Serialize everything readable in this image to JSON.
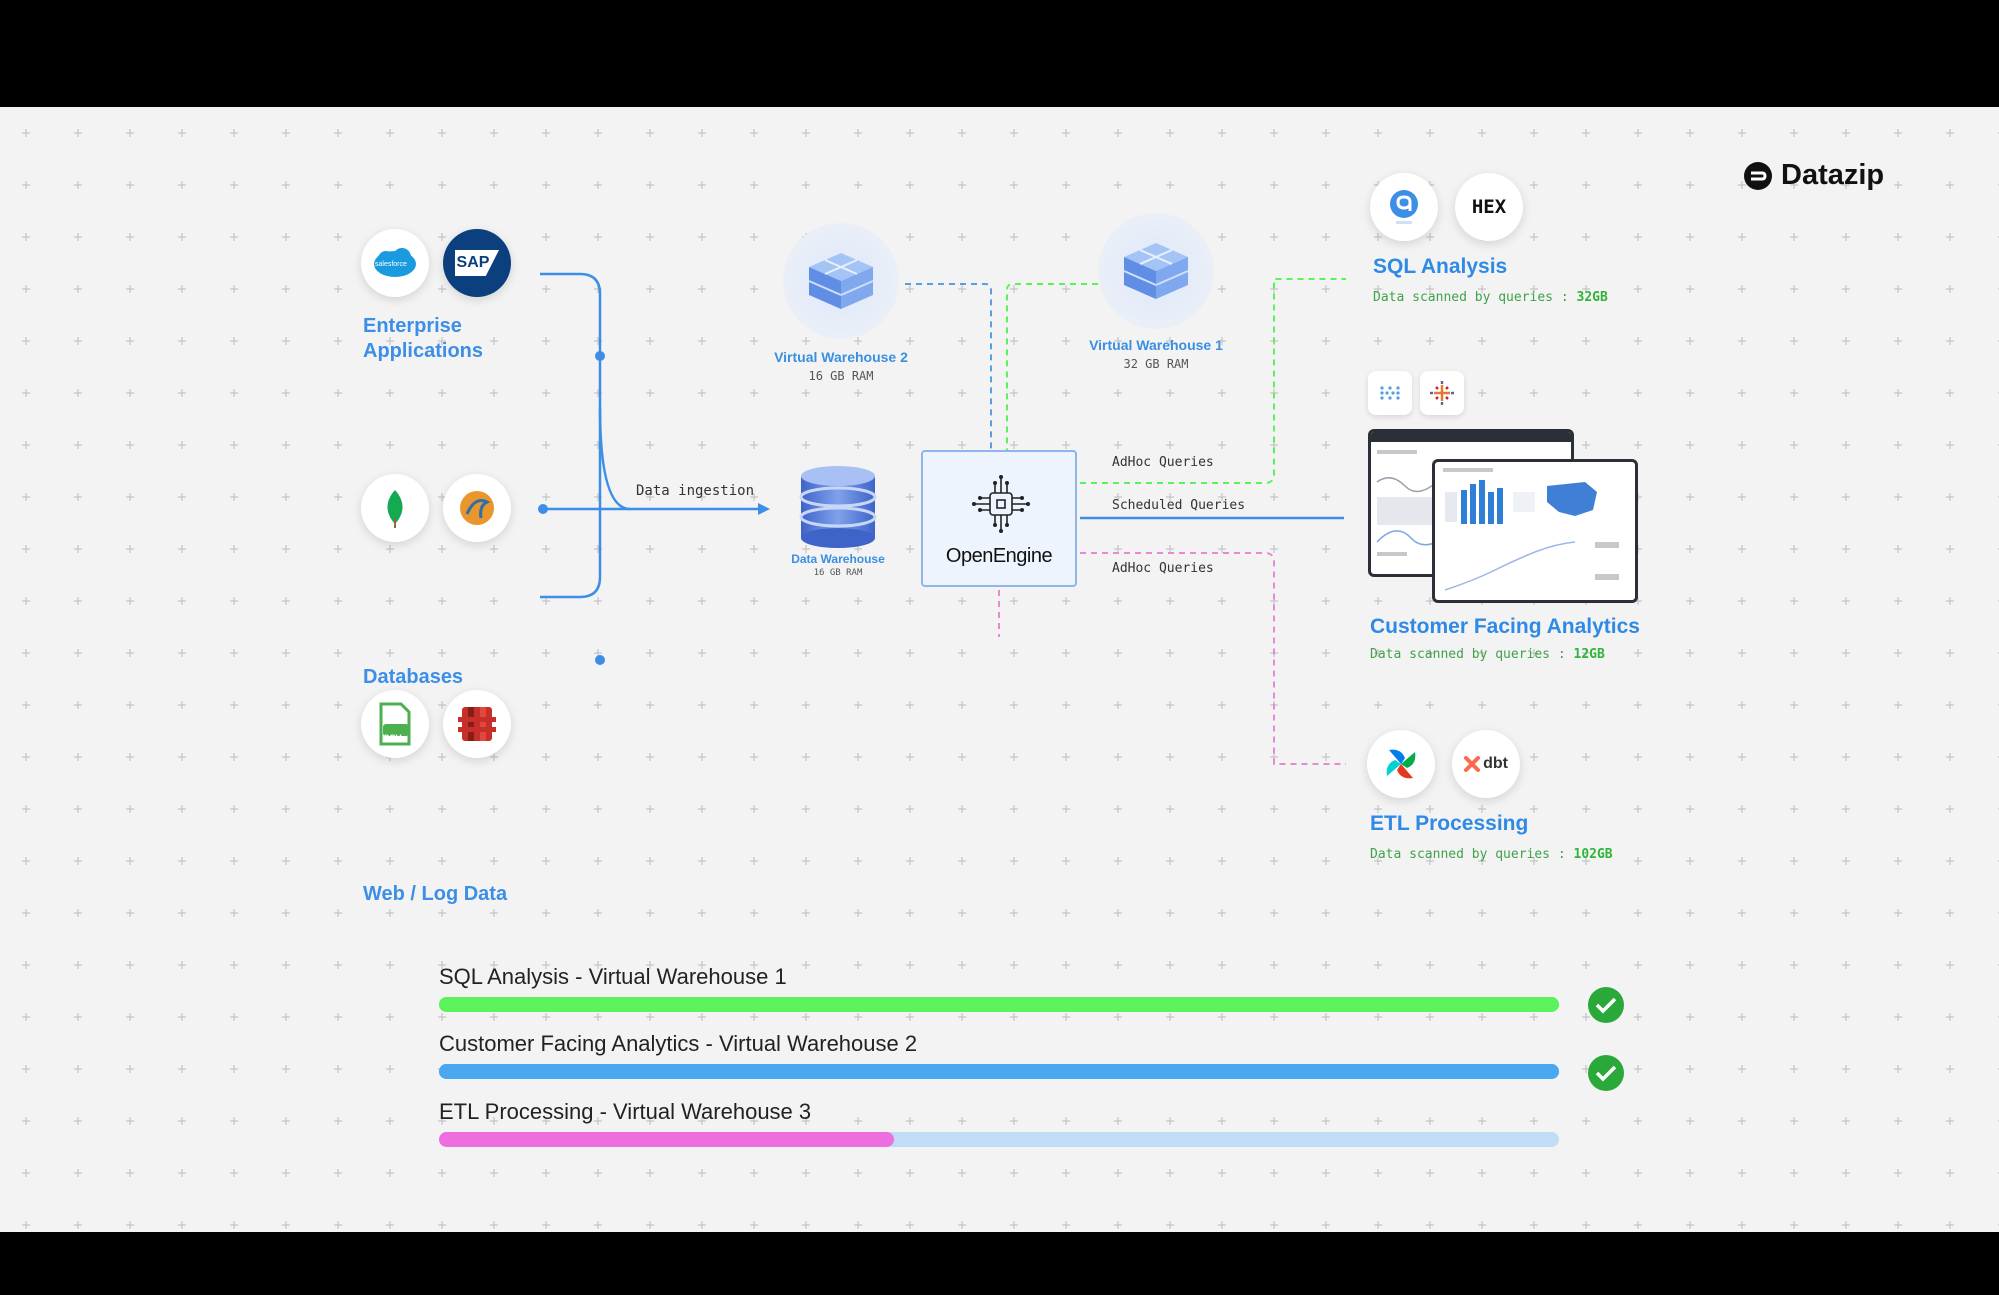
{
  "brand": {
    "name": "Datazip"
  },
  "sources": [
    {
      "label_line1": "Enterprise",
      "label_line2": "Applications",
      "icons": [
        "salesforce-icon",
        "sap-icon"
      ],
      "sap_text": "SAP",
      "salesforce_text": "salesforce"
    },
    {
      "label_line1": "Databases",
      "icons": [
        "mongodb-icon",
        "mysql-icon"
      ]
    },
    {
      "label_line1": "Web / Log Data",
      "icons": [
        "csv-file-icon",
        "aws-s3-icon"
      ],
      "csv_text": "CSV"
    }
  ],
  "ingestion_label": "Data ingestion",
  "data_warehouse": {
    "title": "Data Warehouse",
    "ram": "16 GB RAM"
  },
  "virtual_warehouse_2": {
    "title": "Virtual Warehouse 2",
    "ram": "16 GB RAM"
  },
  "virtual_warehouse_1": {
    "title": "Virtual Warehouse 1",
    "ram": "32 GB RAM"
  },
  "engine": {
    "name": "OpenEngine"
  },
  "queries": {
    "adhoc_top": "AdHoc Queries",
    "scheduled": "Scheduled Queries",
    "adhoc_bottom": "AdHoc Queries"
  },
  "destinations": {
    "sql": {
      "title": "SQL Analysis",
      "scan_prefix": "Data scanned by queries : ",
      "scan_value": "32GB",
      "hex_text": "HEX"
    },
    "cfa": {
      "title": "Customer Facing Analytics",
      "scan_prefix": "Data scanned by queries : ",
      "scan_value": "12GB"
    },
    "etl": {
      "title": "ETL Processing",
      "scan_prefix": "Data scanned by queries : ",
      "scan_value": "102GB",
      "dbt_text": "dbt"
    }
  },
  "progress": [
    {
      "label": "SQL Analysis - Virtual Warehouse 1",
      "fill": 1.0,
      "color": "#5cf25c",
      "track": "#5cf25c",
      "done": true
    },
    {
      "label": "Customer Facing Analytics - Virtual Warehouse 2",
      "fill": 1.0,
      "color": "#4aa8f0",
      "track": "#4aa8f0",
      "done": true
    },
    {
      "label": "ETL Processing - Virtual Warehouse 3",
      "fill": 0.406,
      "color": "#ee6ee0",
      "track": "#c2dbf6",
      "done": false
    }
  ],
  "colors": {
    "accent": "#3d8ee6",
    "green": "#5cf25c",
    "pink": "#e68ad8",
    "blue_dash": "#5a9fe0"
  }
}
